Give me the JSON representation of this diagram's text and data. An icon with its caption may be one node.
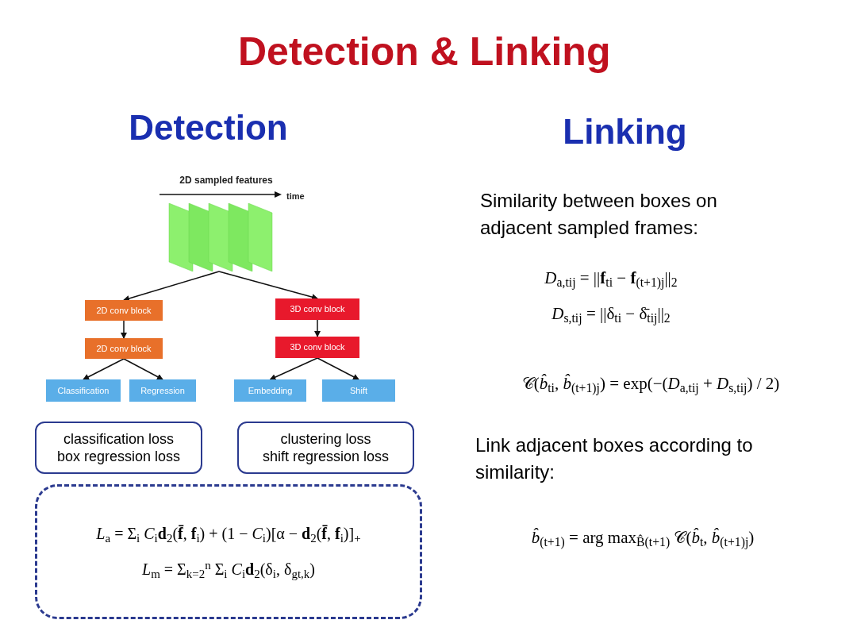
{
  "diagram": {
    "title": "Detection & Linking",
    "nodes": [
      {
        "text": [],
        "shape": "picture"
      },
      {
        "text": [
          "2D conv block"
        ]
      },
      {
        "text": [
          "2D conv block"
        ]
      },
      {
        "text": [
          "Classification"
        ]
      },
      {
        "text": [
          "Regression"
        ]
      },
      {
        "text": [
          "3D conv block"
        ]
      },
      {
        "text": [
          "3D conv block"
        ]
      },
      {
        "text": [
          "Embedding"
        ]
      },
      {
        "text": [
          "Shift"
        ]
      },
      {
        "text": [
          "classification loss",
          "box regression loss"
        ]
      },
      {
        "text": [
          "clustering loss",
          "shift regression loss"
        ]
      },
      {
        "text": [
          "*L*$_{a}$ = Σ$_{i}$ *C*$_{i}$**d**$_{2}$(**f̄**, **f**$_{i}$) + (1 − *C*$_{i}$)[α − **d**$_{2}$(**f̄**, **f**$_{i}$)]$_{+}$",
          "*L*$_{m}$ = Σ$_{k=2}$$^{n}$ Σ$_{i}$ *C*$_{i}$**d**$_{2}$(δ$_{i}$, δ$_{gt,k}$)"
        ]
      }
    ],
    "edges": [
      {
        "from": 0,
        "to": 1,
        "arrow": "to"
      },
      {
        "from": 0,
        "to": 5,
        "arrow": "to"
      },
      {
        "from": 1,
        "to": 2,
        "arrow": "to"
      },
      {
        "from": 5,
        "to": 6,
        "arrow": "to"
      },
      {
        "from": 2,
        "to": 3,
        "arrow": "to"
      },
      {
        "from": 2,
        "to": 4,
        "arrow": "to"
      },
      {
        "from": 6,
        "to": 7,
        "arrow": "to"
      },
      {
        "from": 6,
        "to": 8,
        "arrow": "to"
      }
    ],
    "labels": [
      "Detection",
      "Linking",
      "2D sampled features",
      "time",
      "Similarity between boxes on adjacent sampled frames:",
      "*D*$_{a,tij}$ = ||**f**$_{ti}$ − **f**$_{(t+1)j}$||$_{2}$",
      "*D*$_{s,tij}$ = ||δ$_{ti}$ − δ̄$_{tij}$||$_{2}$",
      "𝒞(*b̂*$_{ti}$, *b̂*$_{(t+1)j}$) = exp(−(*D*$_{a,tij}$ + *D*$_{s,tij}$) / 2)",
      "Link adjacent boxes according to similarity:",
      "*b̂*$_{(t+1)}$ = arg max$_{B̂(t+1)}$ 𝒞(*b̂*$_{t}$, *b̂*$_{(t+1)j}$)"
    ]
  }
}
